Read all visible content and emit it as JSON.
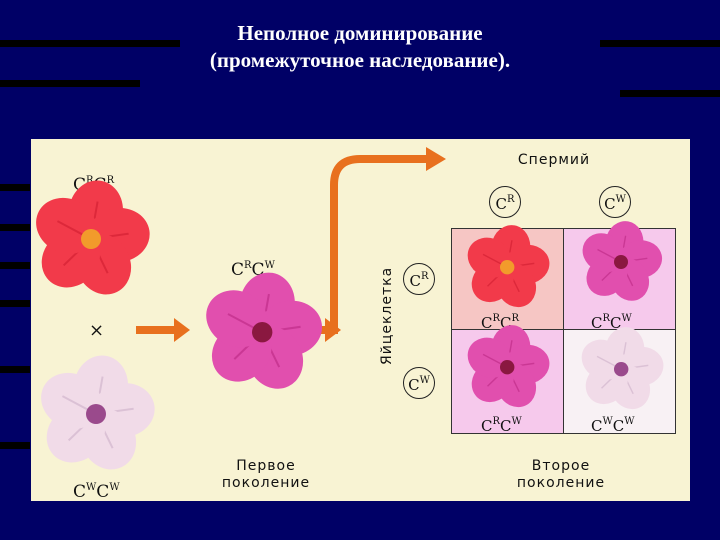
{
  "title": {
    "line1": "Неполное доминирование",
    "line2": "(промежуточное наследование)."
  },
  "parents": {
    "top_genotype": {
      "base1": "C",
      "sup1": "R",
      "base2": "C",
      "sup2": "R"
    },
    "cross_symbol": "×",
    "bottom_genotype": {
      "base1": "C",
      "sup1": "W",
      "base2": "C",
      "sup2": "W"
    }
  },
  "f1": {
    "genotype": {
      "base1": "C",
      "sup1": "R",
      "base2": "C",
      "sup2": "W"
    },
    "label_line1": "Первое",
    "label_line2": "поколение"
  },
  "f2": {
    "sperm_label": "Спермий",
    "egg_label": "Яйцеклетка",
    "sperm_alleles": [
      {
        "base": "C",
        "sup": "R"
      },
      {
        "base": "C",
        "sup": "W"
      }
    ],
    "egg_alleles": [
      {
        "base": "C",
        "sup": "R"
      },
      {
        "base": "C",
        "sup": "W"
      }
    ],
    "cells": [
      {
        "base1": "C",
        "sup1": "R",
        "base2": "C",
        "sup2": "R"
      },
      {
        "base1": "C",
        "sup1": "R",
        "base2": "C",
        "sup2": "W"
      },
      {
        "base1": "C",
        "sup1": "R",
        "base2": "C",
        "sup2": "W"
      },
      {
        "base1": "C",
        "sup1": "W",
        "base2": "C",
        "sup2": "W"
      }
    ],
    "label_line1": "Второе",
    "label_line2": "поколение"
  },
  "colors": {
    "background": "#000066",
    "panel": "#f8f3d3",
    "arrow": "#e8701e",
    "red_flower": "#f23a4a",
    "pink_flower": "#e14fae",
    "white_flower": "#f1dbe8",
    "cell_red_bg": "#f6c6c4",
    "cell_pink_bg": "#f6c9ec",
    "cell_white_bg": "#f8f1f4"
  }
}
